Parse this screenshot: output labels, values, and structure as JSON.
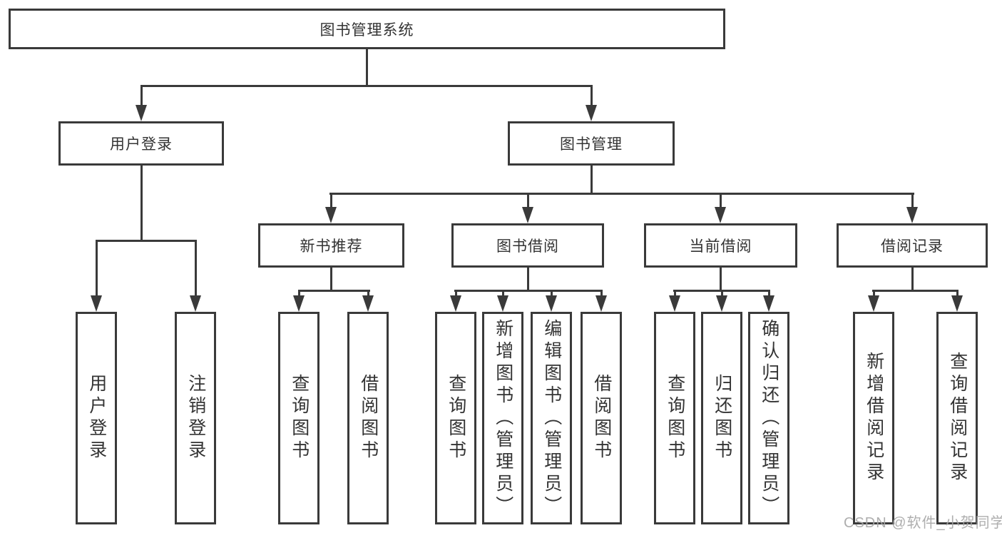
{
  "diagram": {
    "title_node": "图书管理系统",
    "level2": {
      "login": "用户登录",
      "books": "图书管理"
    },
    "level3": {
      "newbook": "新书推荐",
      "borrow": "图书借阅",
      "current": "当前借阅",
      "records": "借阅记录"
    },
    "leaves": {
      "login": [
        "用户登录",
        "注销登录"
      ],
      "newbook": [
        "查询图书",
        "借阅图书"
      ],
      "borrow": [
        "查询图书",
        "新增图书（管理员）",
        "编辑图书（管理员）",
        "借阅图书"
      ],
      "current": [
        "查询图书",
        "归还图书",
        "确认归还（管理员）"
      ],
      "records": [
        "新增借阅记录",
        "查询借阅记录"
      ]
    },
    "colors": {
      "border": "#3a3a3a",
      "line": "#3a3a3a",
      "text": "#333333",
      "watermark": "#a5a5a5",
      "background": "#ffffff"
    }
  },
  "watermark": "CSDN @软件_小贺同学"
}
